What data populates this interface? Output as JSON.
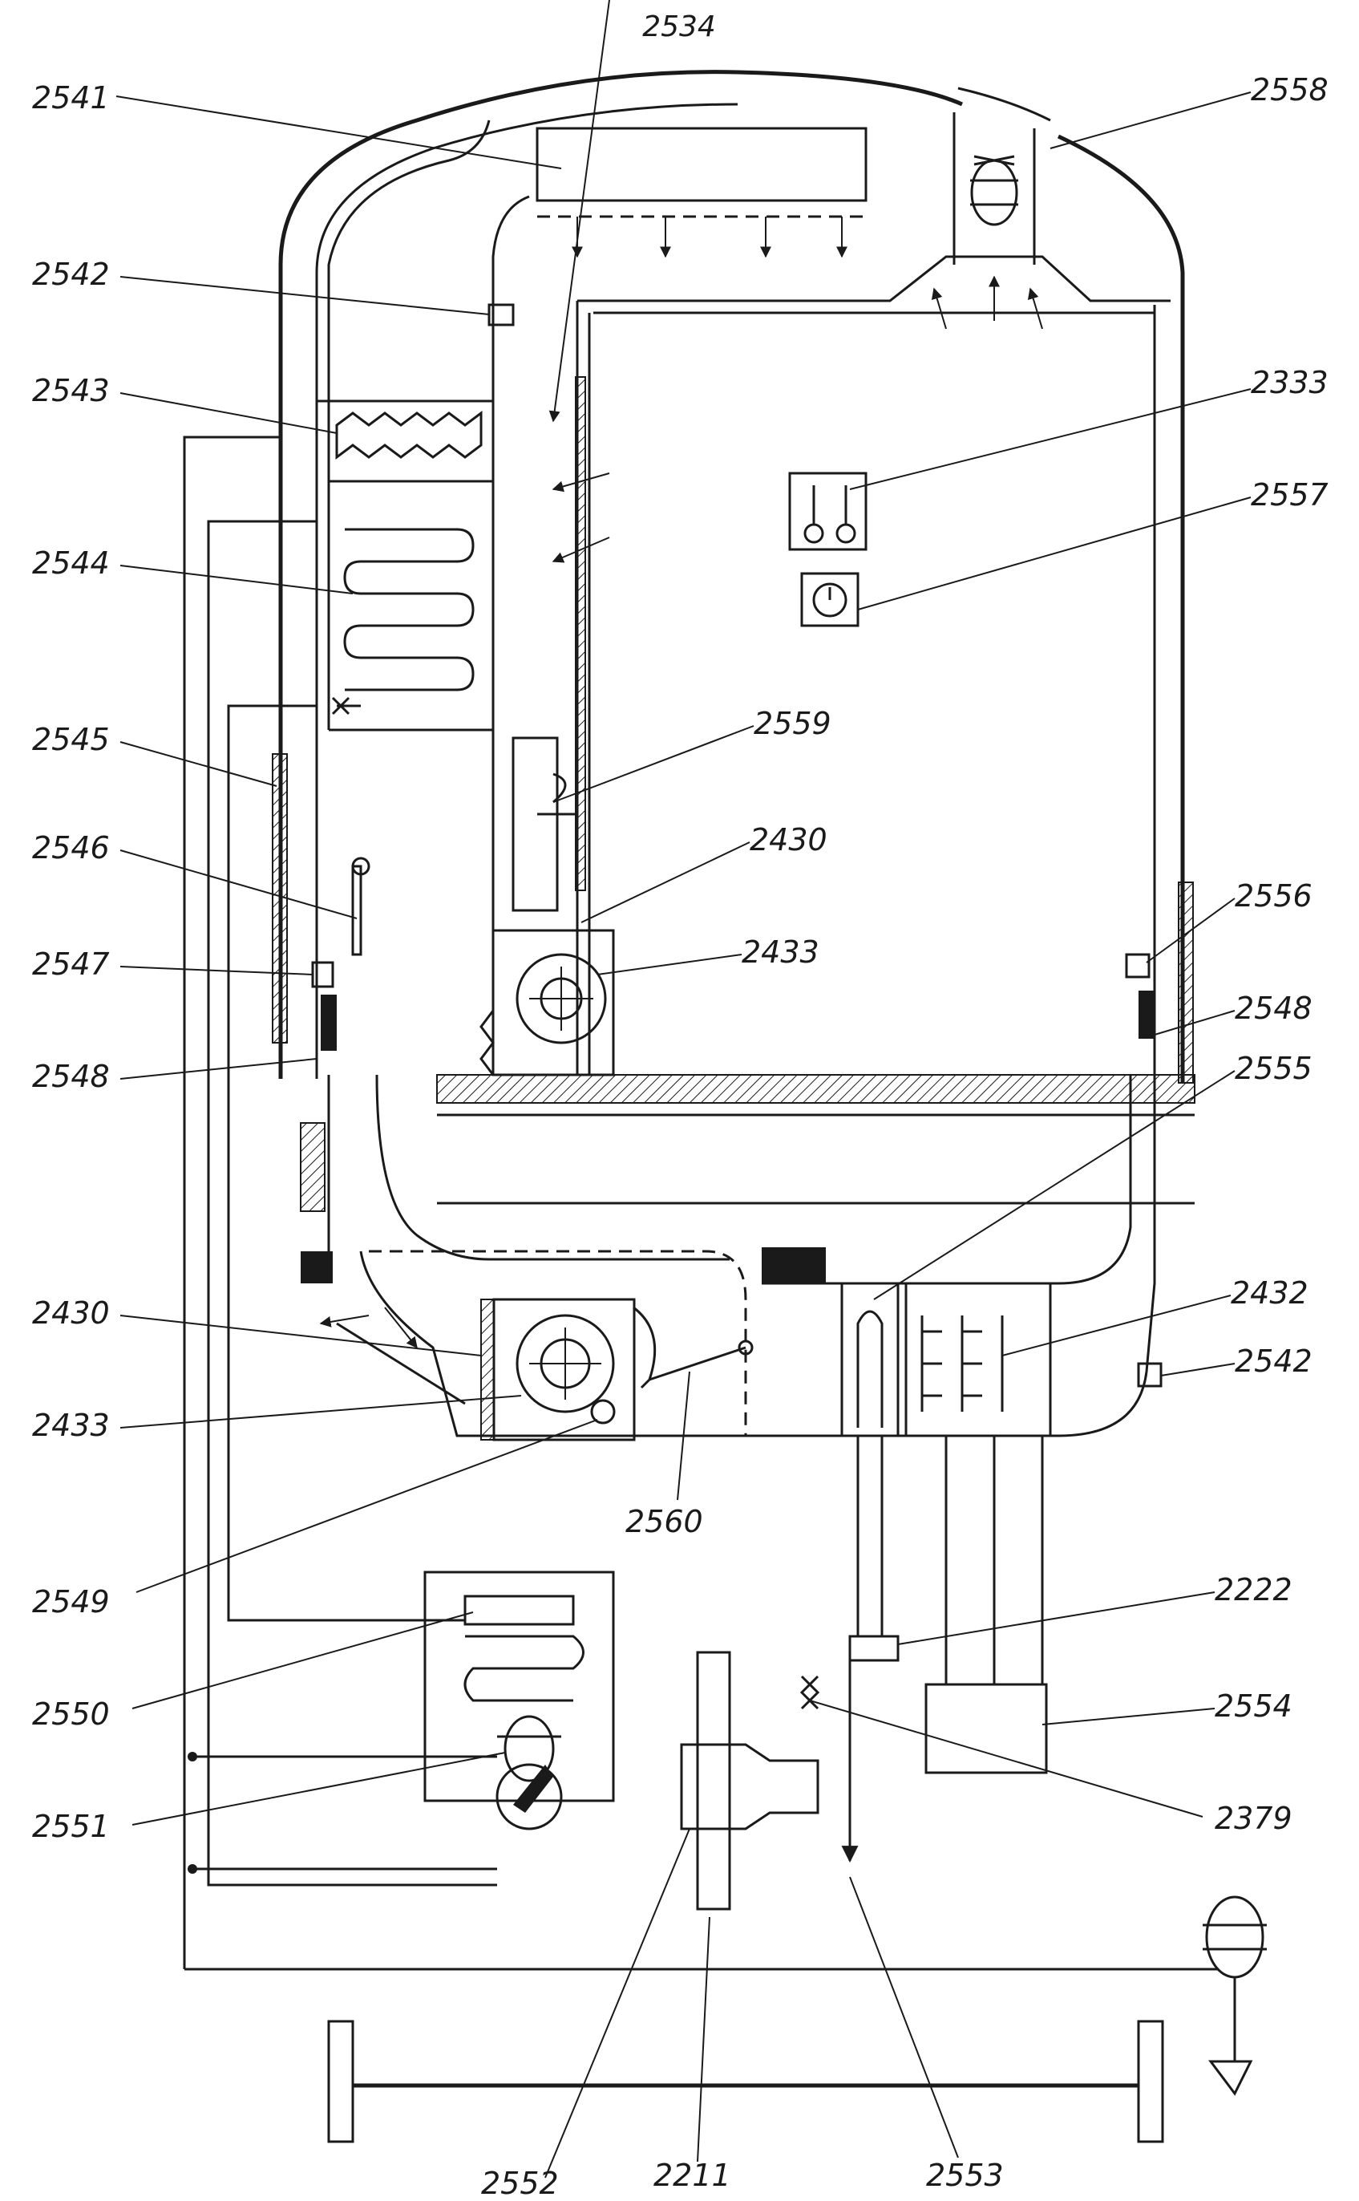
{
  "figure_number": "2534",
  "callouts": [
    {
      "id": "2541",
      "label": "2541"
    },
    {
      "id": "2558",
      "label": "2558"
    },
    {
      "id": "2542-top",
      "label": "2542"
    },
    {
      "id": "2543",
      "label": "2543"
    },
    {
      "id": "2333",
      "label": "2333"
    },
    {
      "id": "2557",
      "label": "2557"
    },
    {
      "id": "2544",
      "label": "2544"
    },
    {
      "id": "2559",
      "label": "2559"
    },
    {
      "id": "2545",
      "label": "2545"
    },
    {
      "id": "2546",
      "label": "2546"
    },
    {
      "id": "2430-top",
      "label": "2430"
    },
    {
      "id": "2556",
      "label": "2556"
    },
    {
      "id": "2547",
      "label": "2547"
    },
    {
      "id": "2433-top",
      "label": "2433"
    },
    {
      "id": "2548-right",
      "label": "2548"
    },
    {
      "id": "2548-left",
      "label": "2548"
    },
    {
      "id": "2555",
      "label": "2555"
    },
    {
      "id": "2430-bottom",
      "label": "2430"
    },
    {
      "id": "2432",
      "label": "2432"
    },
    {
      "id": "2542-bottom",
      "label": "2542"
    },
    {
      "id": "2433-bottom",
      "label": "2433"
    },
    {
      "id": "2560",
      "label": "2560"
    },
    {
      "id": "2549",
      "label": "2549"
    },
    {
      "id": "2222",
      "label": "2222"
    },
    {
      "id": "2550",
      "label": "2550"
    },
    {
      "id": "2554",
      "label": "2554"
    },
    {
      "id": "2379",
      "label": "2379"
    },
    {
      "id": "2551",
      "label": "2551"
    },
    {
      "id": "2552",
      "label": "2552"
    },
    {
      "id": "2211",
      "label": "2211"
    },
    {
      "id": "2553",
      "label": "2553"
    }
  ]
}
